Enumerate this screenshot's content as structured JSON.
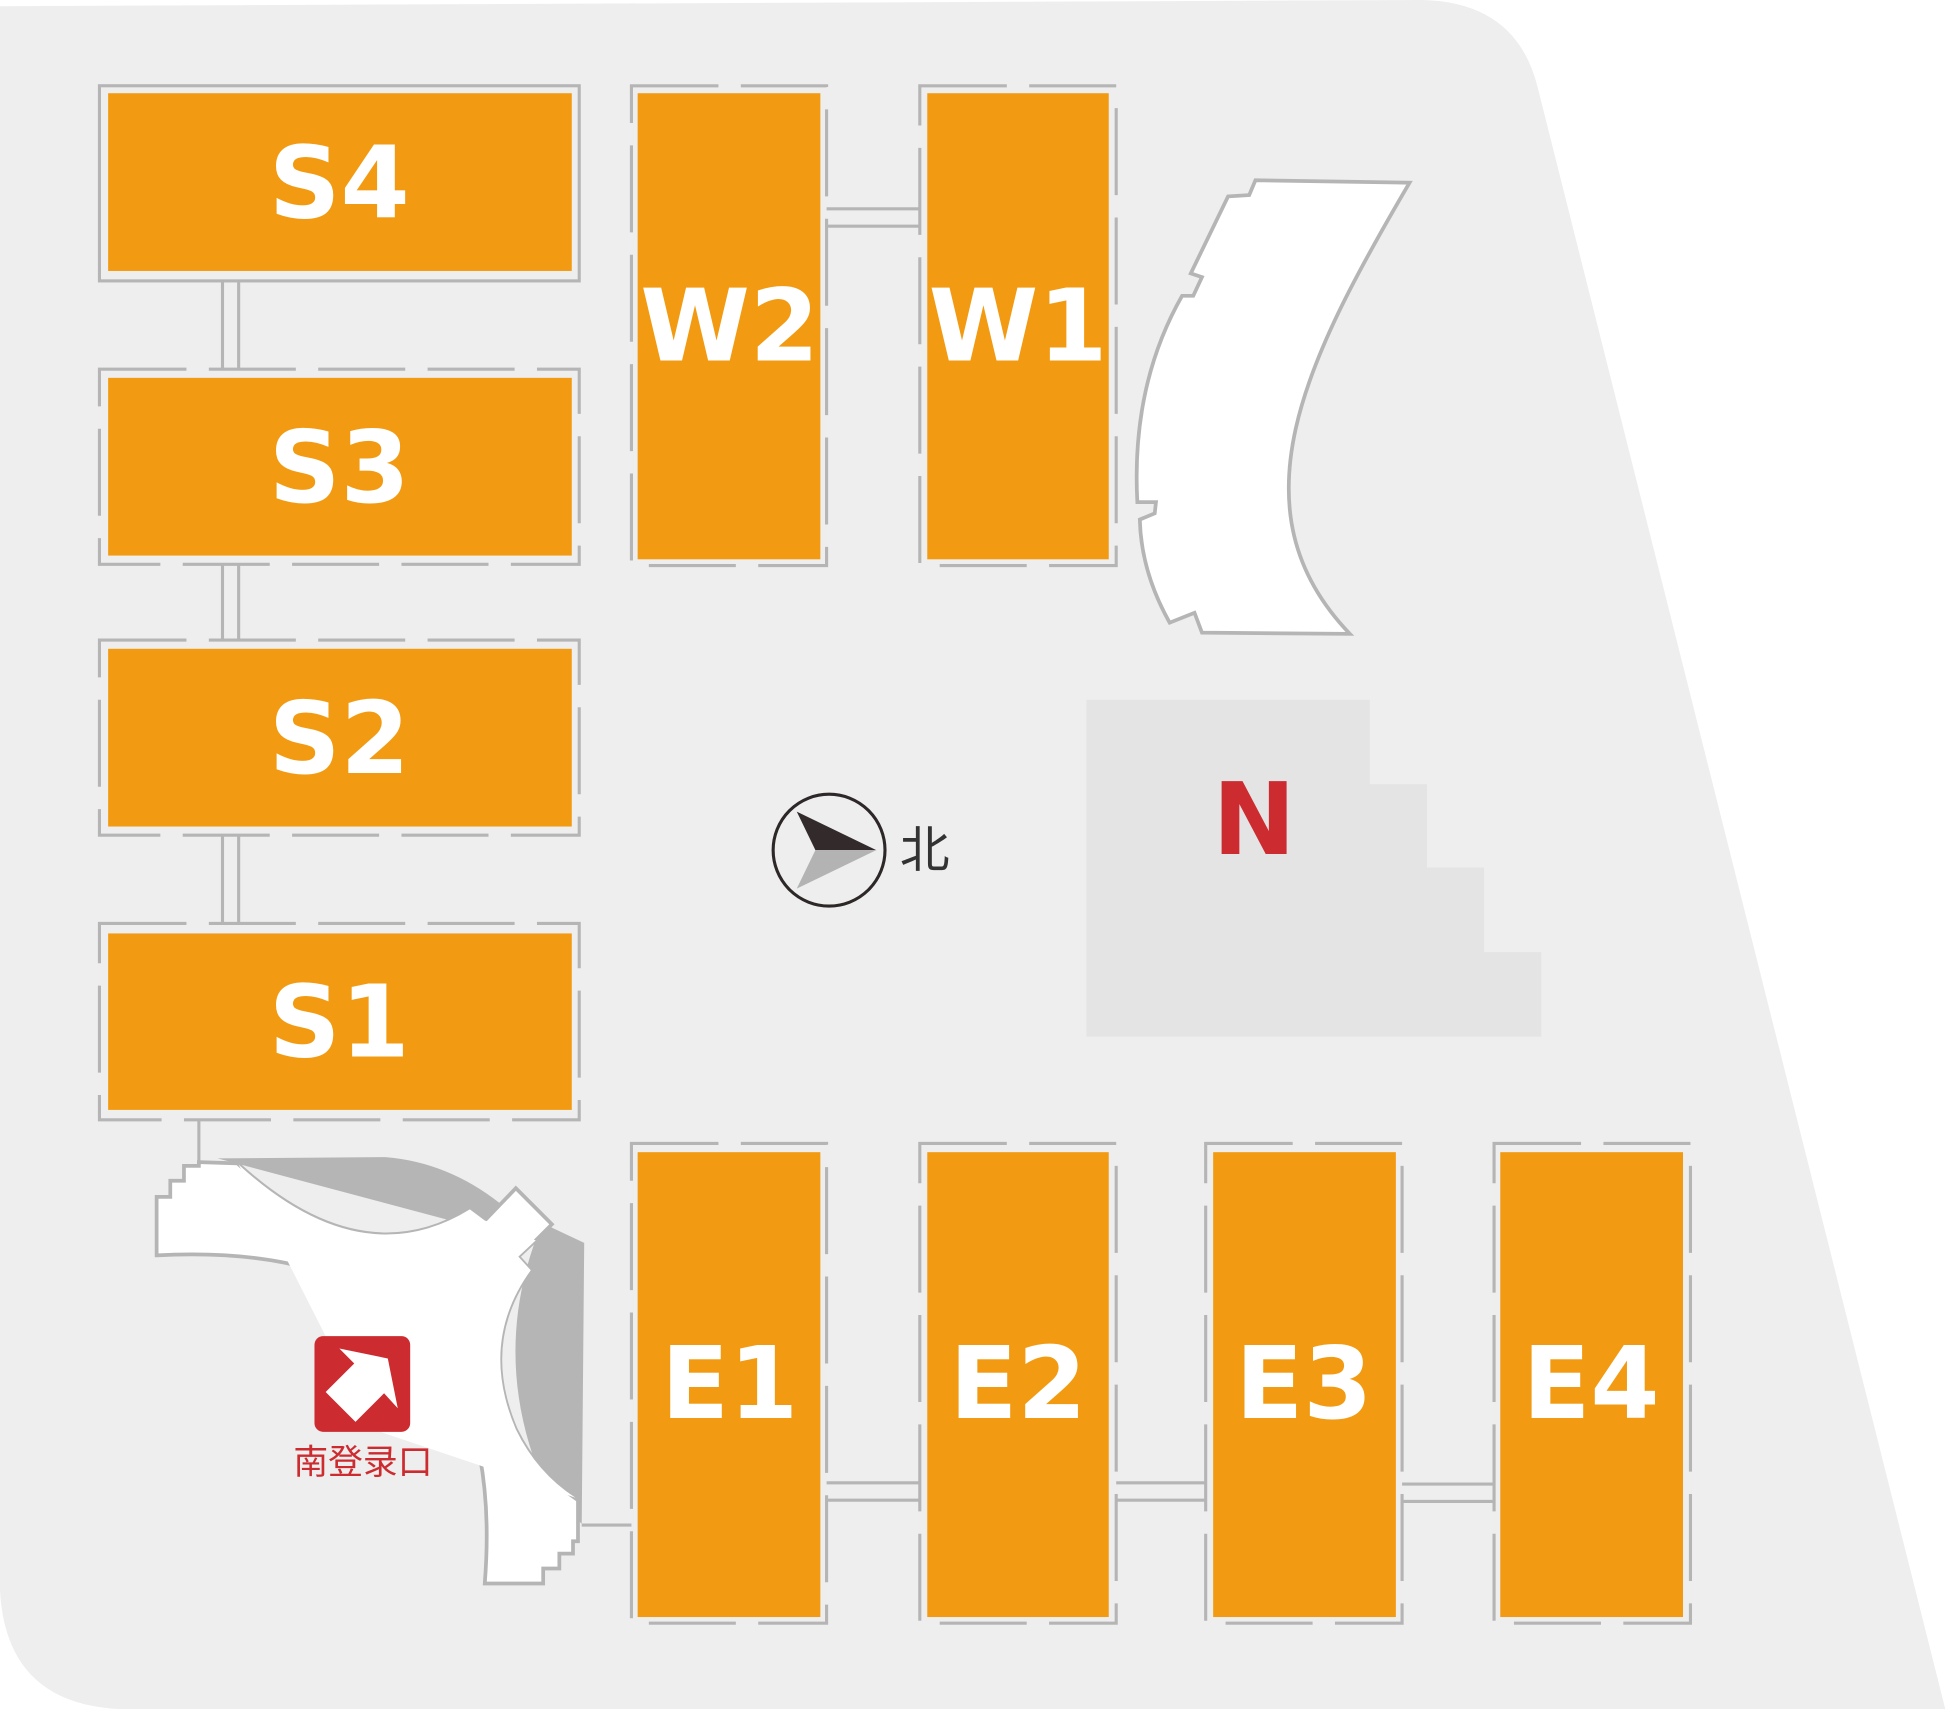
{
  "halls": {
    "S4": "S4",
    "S3": "S3",
    "S2": "S2",
    "S1": "S1",
    "W2": "W2",
    "W1": "W1",
    "E1": "E1",
    "E2": "E2",
    "E3": "E3",
    "E4": "E4",
    "N": "N"
  },
  "compass": {
    "label": "北"
  },
  "entrance": {
    "label": "南登录口"
  },
  "colors": {
    "hall": "#f29b12",
    "accent_red": "#cc2b30",
    "ground": "#eeeeee",
    "building_gray": "#e4e4e4"
  }
}
